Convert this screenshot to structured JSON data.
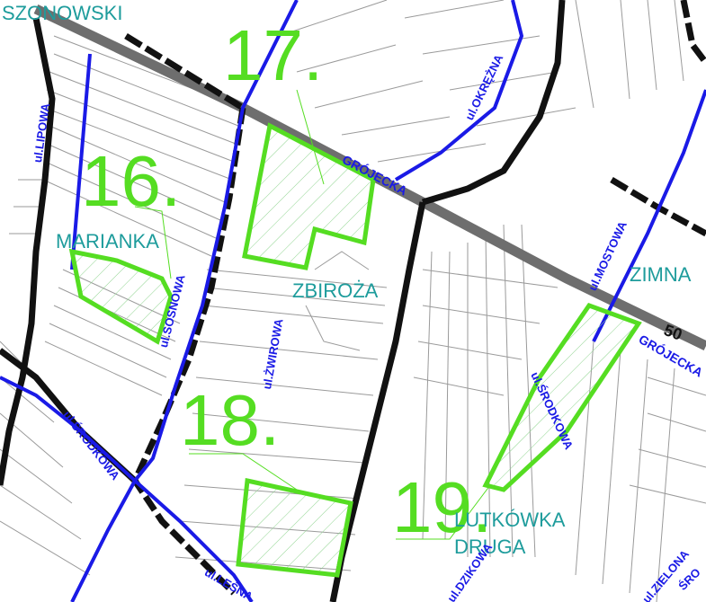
{
  "colors": {
    "parcel": "#55dd22",
    "street": "#1a1ae6",
    "boundary": "#111111",
    "road": "#6e6e6e",
    "place": "#1e9c9c",
    "hatch": "#8fd48f",
    "cadastre": "#9a9a9a"
  },
  "parcels": [
    {
      "number": "16."
    },
    {
      "number": "17."
    },
    {
      "number": "18."
    },
    {
      "number": "19."
    }
  ],
  "places": [
    {
      "name": "SZONOWSKI"
    },
    {
      "name": "MARIANKA"
    },
    {
      "name": "ZBIROŻA"
    },
    {
      "name": "ZIMNA"
    },
    {
      "name": "LUTKÓWKA"
    },
    {
      "name": "DRUGA"
    }
  ],
  "streets": [
    {
      "name": "ul.LIPOWA"
    },
    {
      "name": "ul.SOSNOWA"
    },
    {
      "name": "ul.ŻWIROWA"
    },
    {
      "name": "ul.OKRĘŻNA"
    },
    {
      "name": "ul.MOSTOWA"
    },
    {
      "name": "ul.ŚRODKOWA"
    },
    {
      "name": "ul.DZIKOWA"
    },
    {
      "name": "GRÓJECKA"
    },
    {
      "name": "GRÓJECKA"
    },
    {
      "name": "ul.LEŚNA"
    },
    {
      "name": "ul.ŚRODKOWA"
    },
    {
      "name": "ul.ZIELONA"
    },
    {
      "name": "ŚRO"
    }
  ],
  "road_number": "50"
}
